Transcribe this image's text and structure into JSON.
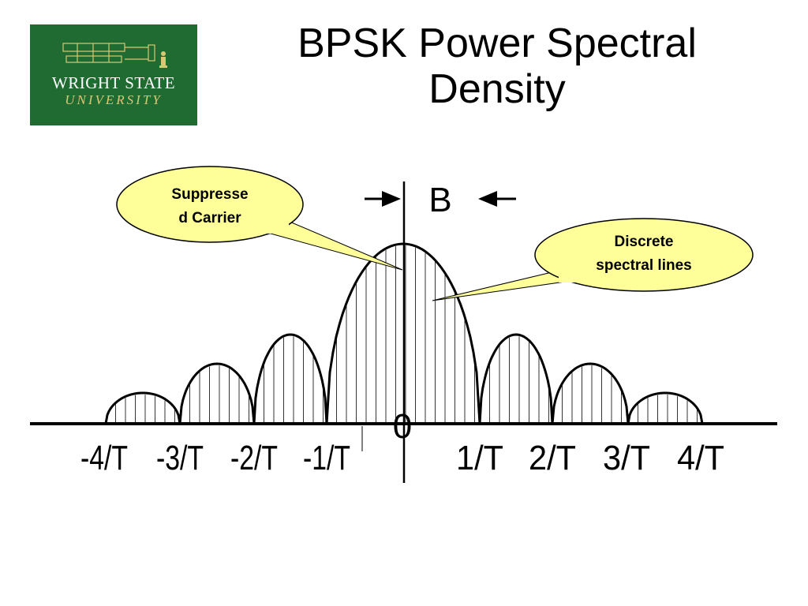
{
  "slide": {
    "title_line1": "BPSK Power Spectral",
    "title_line2": "Density"
  },
  "logo": {
    "line1": "WRIGHT STATE",
    "line2": "UNIVERSITY",
    "background": "#1f6b32",
    "accent": "#d8c873"
  },
  "diagram": {
    "bandwidth_label": "B",
    "origin_label": "0",
    "x_tick_labels": [
      "-4/T",
      "-3/T",
      "-2/T",
      "-1/T",
      "1/T",
      "2/T",
      "3/T",
      "4/T"
    ],
    "callouts": {
      "suppressed_carrier": {
        "line1": "Suppresse",
        "line2": "d Carrier",
        "fill": "#ffff99"
      },
      "discrete_lines": {
        "line1": "Discrete",
        "line2": "spectral lines",
        "fill": "#ffff99"
      }
    }
  }
}
